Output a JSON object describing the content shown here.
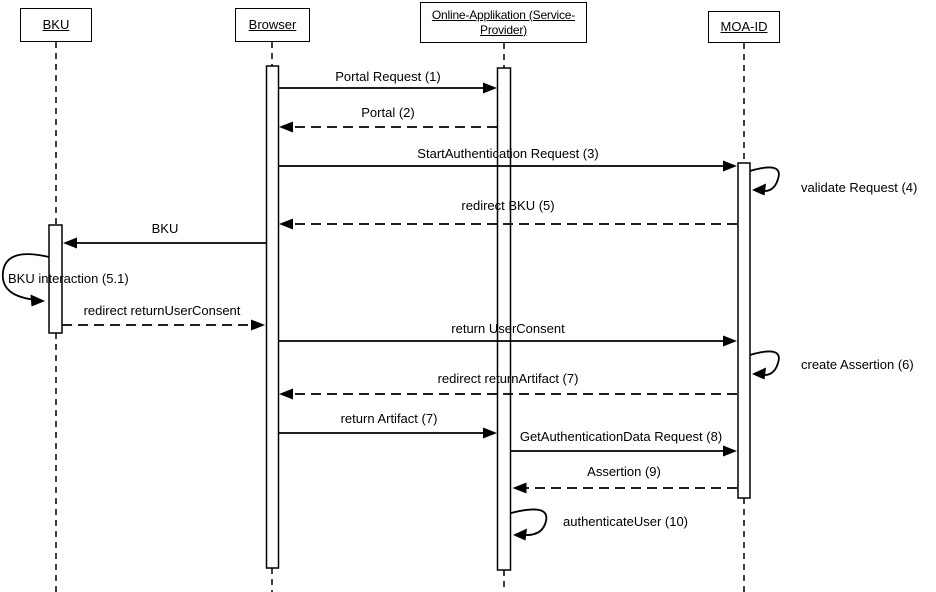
{
  "diagram": {
    "kind": "uml-sequence-diagram",
    "colors": {
      "line": "#000000",
      "background": "#ffffff",
      "activation_fill": "#ffffff"
    },
    "participants": [
      {
        "id": "bku",
        "label": "BKU"
      },
      {
        "id": "browser",
        "label": "Browser"
      },
      {
        "id": "online-app",
        "label": "Online-Applikation (Service-Provider)",
        "label_lines": [
          "Online-Applikation (Service-",
          "Provider)"
        ]
      },
      {
        "id": "moa-id",
        "label": "MOA-ID"
      }
    ],
    "messages": [
      {
        "label": "Portal Request (1)",
        "from": "Browser",
        "to": "Online-Applikation (Service-Provider)",
        "style": "solid"
      },
      {
        "label": "Portal (2)",
        "from": "Online-Applikation (Service-Provider)",
        "to": "Browser",
        "style": "dashed"
      },
      {
        "label": "StartAuthentication Request (3)",
        "from": "Browser",
        "to": "MOA-ID",
        "style": "solid"
      },
      {
        "label": "validate Request (4)",
        "from": "MOA-ID",
        "to": "MOA-ID",
        "style": "self"
      },
      {
        "label": "redirect BKU (5)",
        "from": "MOA-ID",
        "to": "Browser",
        "style": "dashed"
      },
      {
        "label": "BKU",
        "from": "Browser",
        "to": "BKU",
        "style": "solid"
      },
      {
        "label": "BKU interaction (5.1)",
        "from": "BKU",
        "to": "BKU",
        "style": "self"
      },
      {
        "label": "redirect returnUserConsent",
        "from": "BKU",
        "to": "Browser",
        "style": "dashed"
      },
      {
        "label": "return UserConsent",
        "from": "Browser",
        "to": "MOA-ID",
        "style": "solid"
      },
      {
        "label": "create Assertion (6)",
        "from": "MOA-ID",
        "to": "MOA-ID",
        "style": "self"
      },
      {
        "label": "redirect returnArtifact (7)",
        "from": "MOA-ID",
        "to": "Browser",
        "style": "dashed"
      },
      {
        "label": "return Artifact (7)",
        "from": "Browser",
        "to": "Online-Applikation (Service-Provider)",
        "style": "solid"
      },
      {
        "label": "GetAuthenticationData Request (8)",
        "from": "Online-Applikation (Service-Provider)",
        "to": "MOA-ID",
        "style": "solid"
      },
      {
        "label": "Assertion (9)",
        "from": "MOA-ID",
        "to": "Online-Applikation (Service-Provider)",
        "style": "dashed"
      },
      {
        "label": "authenticateUser (10)",
        "from": "Online-Applikation (Service-Provider)",
        "to": "Online-Applikation (Service-Provider)",
        "style": "self"
      }
    ]
  }
}
